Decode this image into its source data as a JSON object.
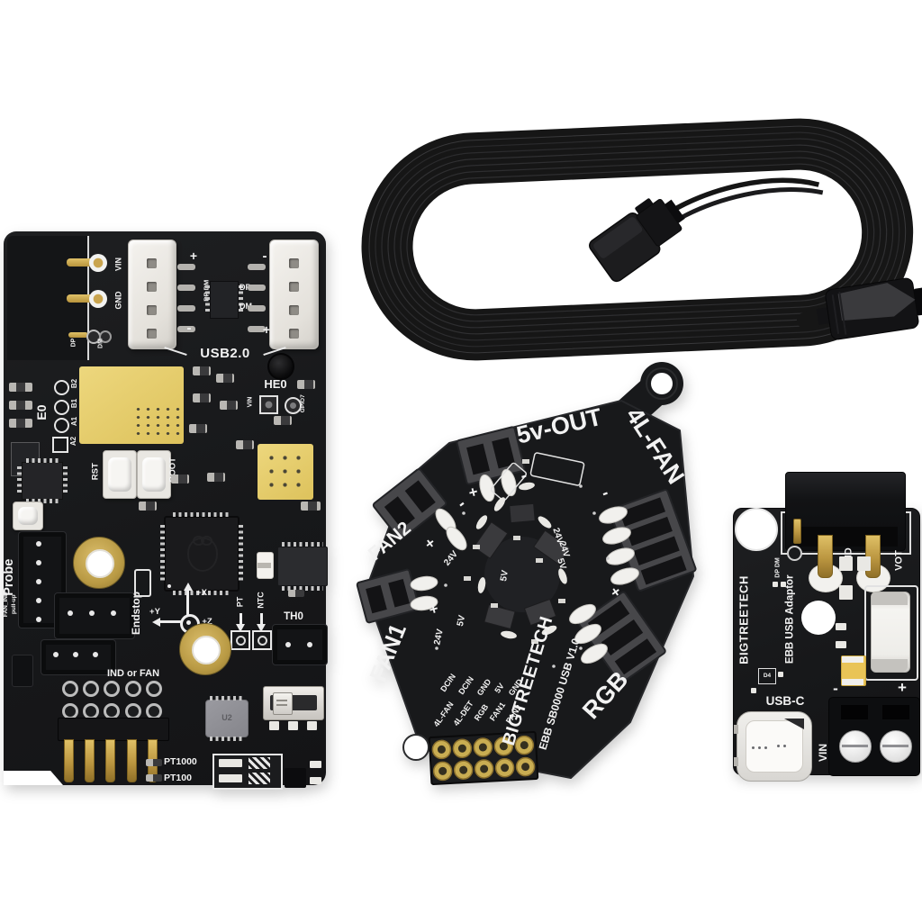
{
  "colors": {
    "background": "#ffffff",
    "pcb": "#1a1b1d",
    "silkscreen": "#f2f2f2",
    "gold": "#c9a44e",
    "copper_pad": "#e6cf6e",
    "connector_white": "#ece9e3",
    "connector_grey": "#47474a",
    "cable": "#161616"
  },
  "main_board": {
    "power": {
      "vin": "VIN",
      "gnd": "GND",
      "dp": "DP",
      "dm": "DM"
    },
    "usb": {
      "title": "USB2.0",
      "plus": "+",
      "minus": "-",
      "dp_dm": "DP DM",
      "dp": "DP",
      "dm": "DM"
    },
    "heater": {
      "he0": "HE0",
      "vin": "VIN",
      "gpio7": "GPIO7"
    },
    "motor": {
      "e0": "E0",
      "b2": "B2",
      "b1": "B1",
      "a1": "A1",
      "a2": "A2"
    },
    "buttons": {
      "rst": "RST",
      "boot": "BOOT"
    },
    "left_edge": {
      "probe": "Probe",
      "endstop": "Endstop",
      "fan_ind": "FAN_IND",
      "pull_up": "pull-up",
      "ind_or_fan": "IND or FAN"
    },
    "axes": {
      "x": "+X",
      "y": "+Y",
      "z": "+Z"
    },
    "sensors": {
      "th0": "TH0",
      "pt": "PT",
      "ntc": "NTC",
      "pt1000": "PT1000",
      "pt100": "PT100"
    },
    "chips": {
      "u2": "U2"
    }
  },
  "hex_board": {
    "ports": {
      "out_5v": "5v-OUT",
      "fan_4l": "4L-FAN",
      "fan2": "FAN2",
      "fan1": "FAN1",
      "rgb": "RGB"
    },
    "brand": "BIGTREETECH",
    "model": "EBB SB0000 USB V1.0",
    "voltages": [
      "24V",
      "24V",
      "5V",
      "24V",
      "24V",
      "5V",
      "5V"
    ],
    "header_inner": [
      "DCIN",
      "DCIN",
      "GND",
      "5V",
      "GND"
    ],
    "header_outer": [
      "4L-FAN",
      "4L-DET",
      "RGB",
      "FAN1",
      "FAN2"
    ],
    "marks": {
      "plus": "+",
      "minus": "-"
    }
  },
  "adapter_board": {
    "brand": "BIGTREETECH",
    "model": "EBB USB Adaptor",
    "dp_dm": "DP DM",
    "labels": {
      "gnd": "GND",
      "vot": "VOT",
      "vin": "VIN",
      "usb_c": "USB-C",
      "d4": "D4",
      "plus": "+",
      "minus": "-"
    }
  }
}
